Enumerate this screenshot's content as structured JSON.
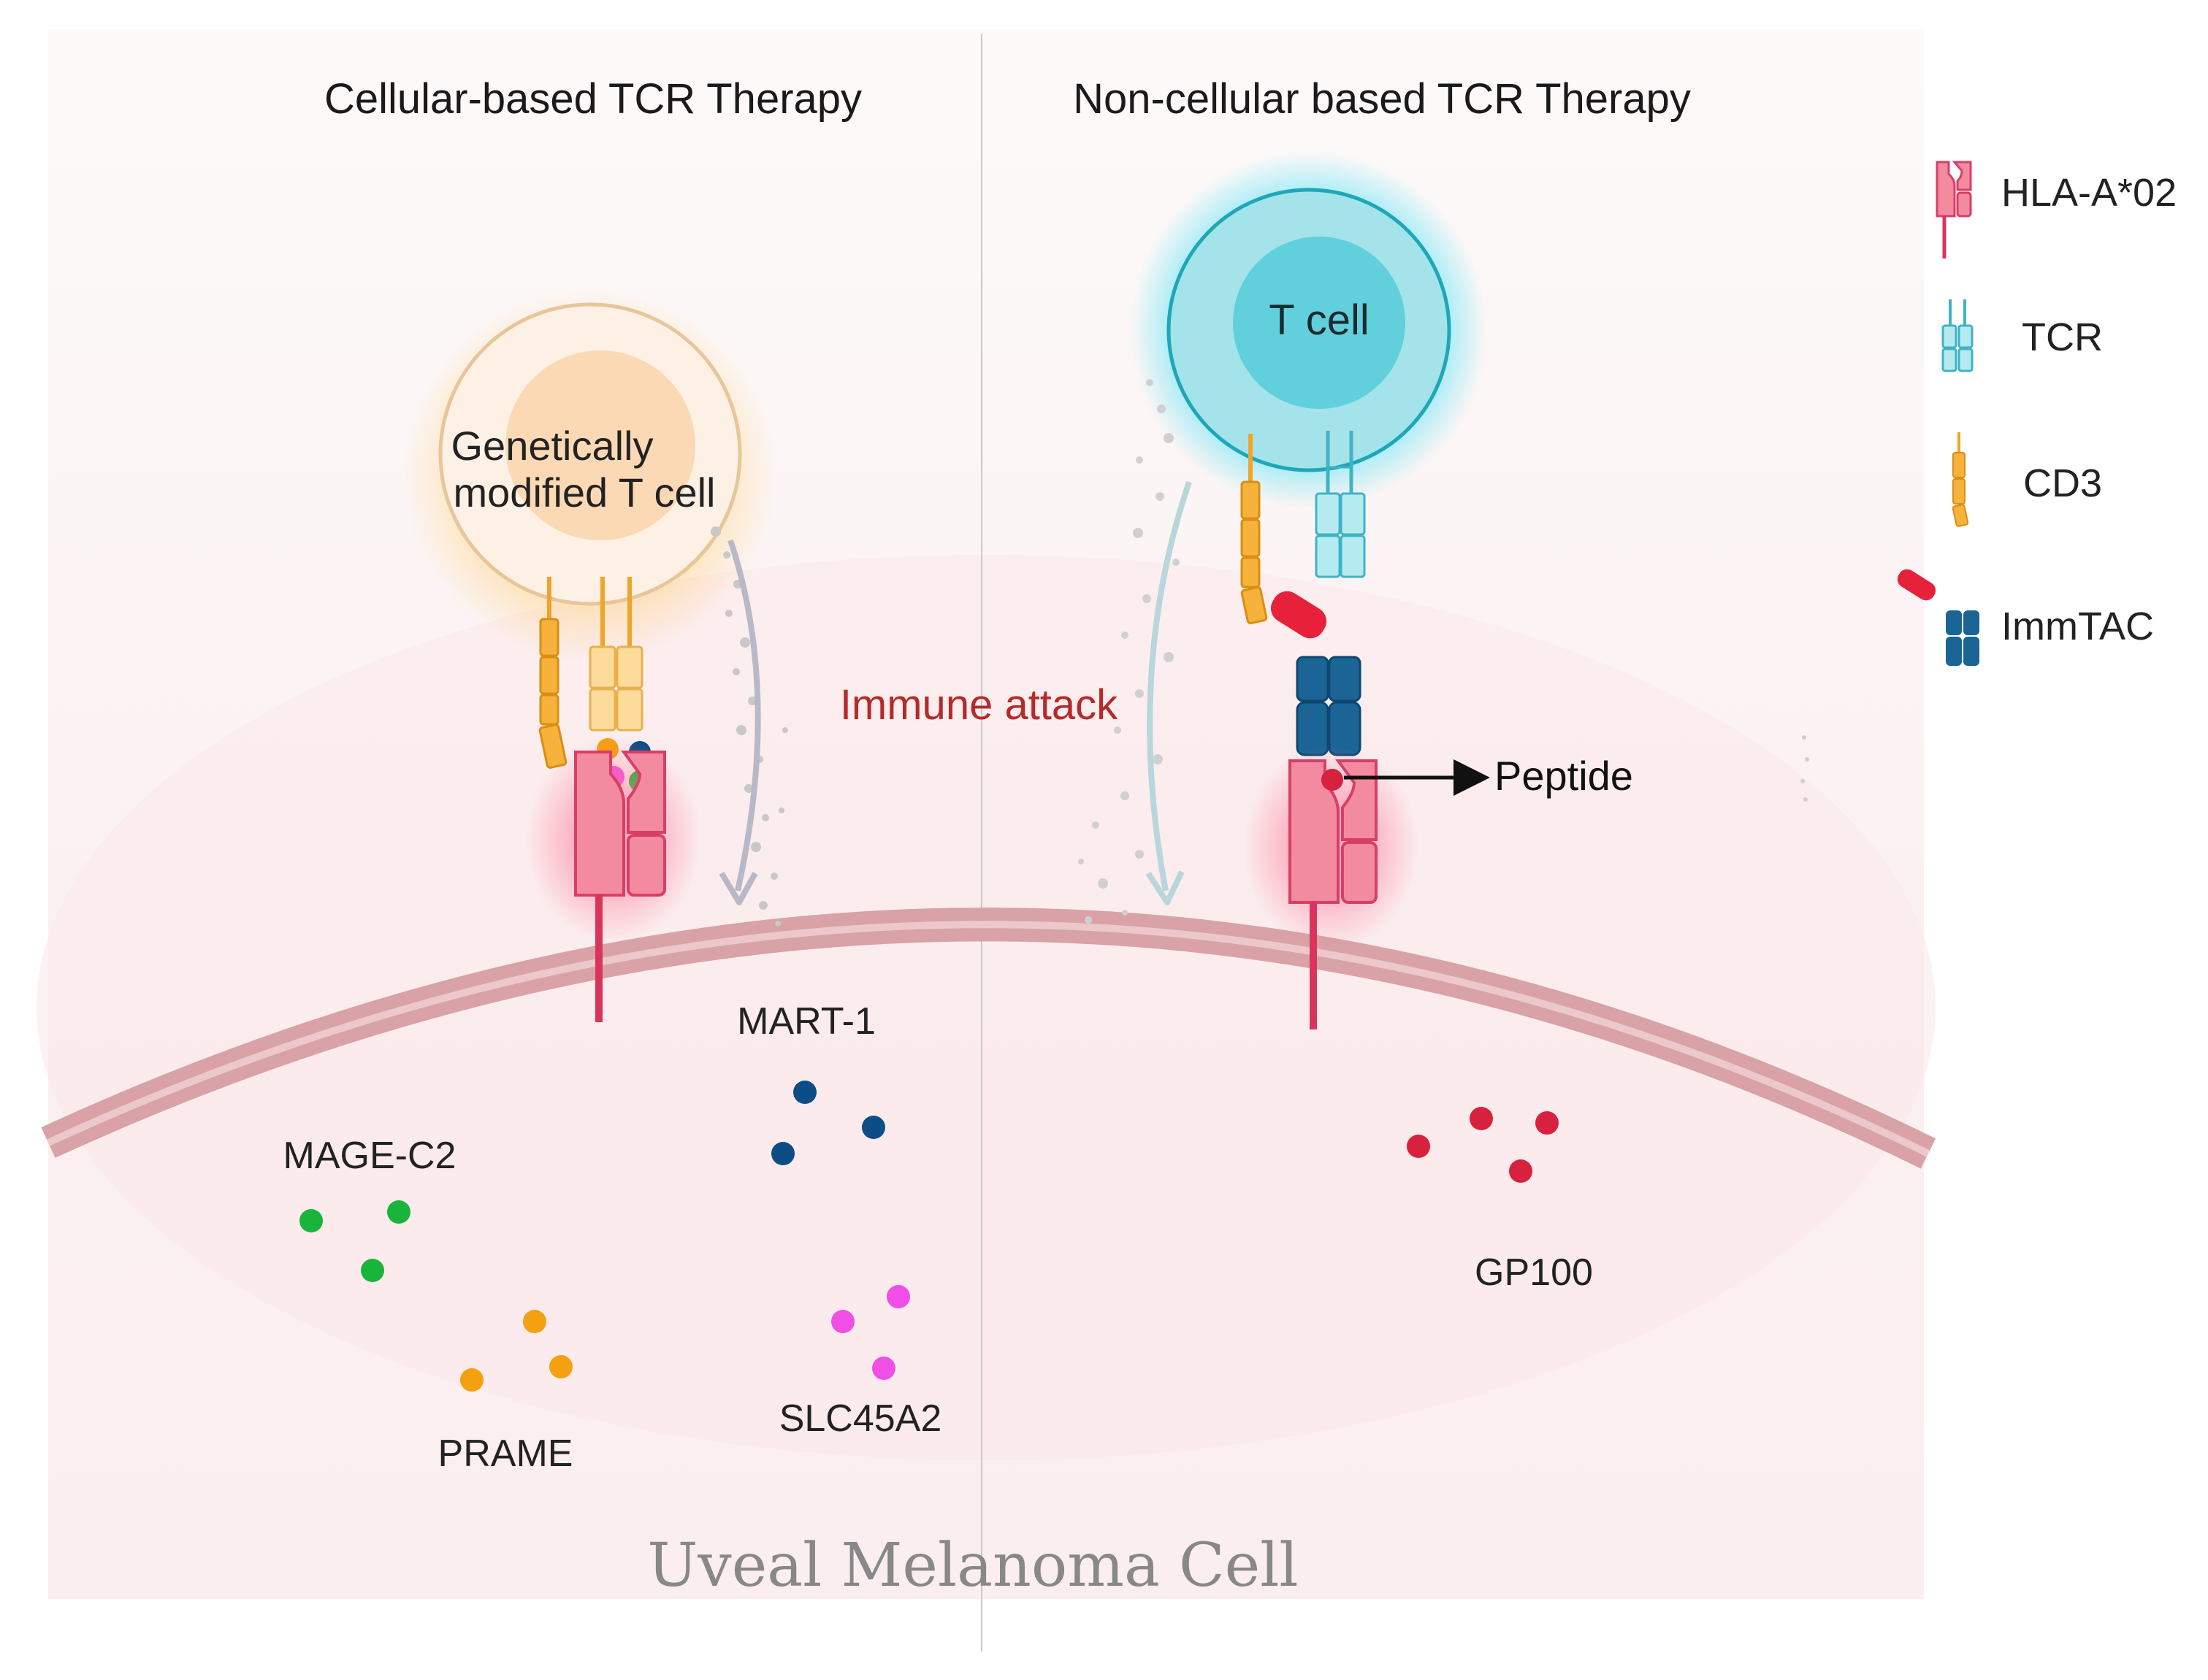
{
  "headings": {
    "left": "Cellular-based TCR Therapy",
    "right": "Non-cellular based TCR Therapy"
  },
  "cells": {
    "modified_line1": "Genetically",
    "modified_line2": "modified T cell",
    "tcell": "T cell",
    "tumor": "Uveal Melanoma Cell"
  },
  "labels": {
    "immune_attack": "Immune attack",
    "peptide": "Peptide"
  },
  "antigens": {
    "mage_c2": "MAGE-C2",
    "mart_1": "MART-1",
    "prame": "PRAME",
    "slc45a2": "SLC45A2",
    "gp100": "GP100"
  },
  "legend": [
    {
      "label": "HLA-A*02",
      "icon": "hla-receptor-icon",
      "color": "#f28aa0"
    },
    {
      "label": "TCR",
      "icon": "tcr-icon",
      "color": "#9ee3ea"
    },
    {
      "label": "CD3",
      "icon": "cd3-icon",
      "color": "#f6b23a"
    },
    {
      "label": "ImmTAC",
      "icon": "immtac-icon",
      "color": "#1f6aa0"
    }
  ],
  "colors": {
    "hla": "#f28aa0",
    "hla_stroke": "#d83e68",
    "tcr": "#b5ebf0",
    "tcr_stroke": "#3fb3c3",
    "cd3": "#f6b23a",
    "immtac": "#1a6496",
    "immtac_tag": "#e8213b",
    "mage_c2_dot": "#18b53a",
    "mart_1_dot": "#0c4d86",
    "prame_dot": "#f4a010",
    "slc45a2_dot": "#f04ee6",
    "gp100_dot": "#d8203f",
    "attack_text": "#b52a2a",
    "tumor_text": "#888888"
  }
}
